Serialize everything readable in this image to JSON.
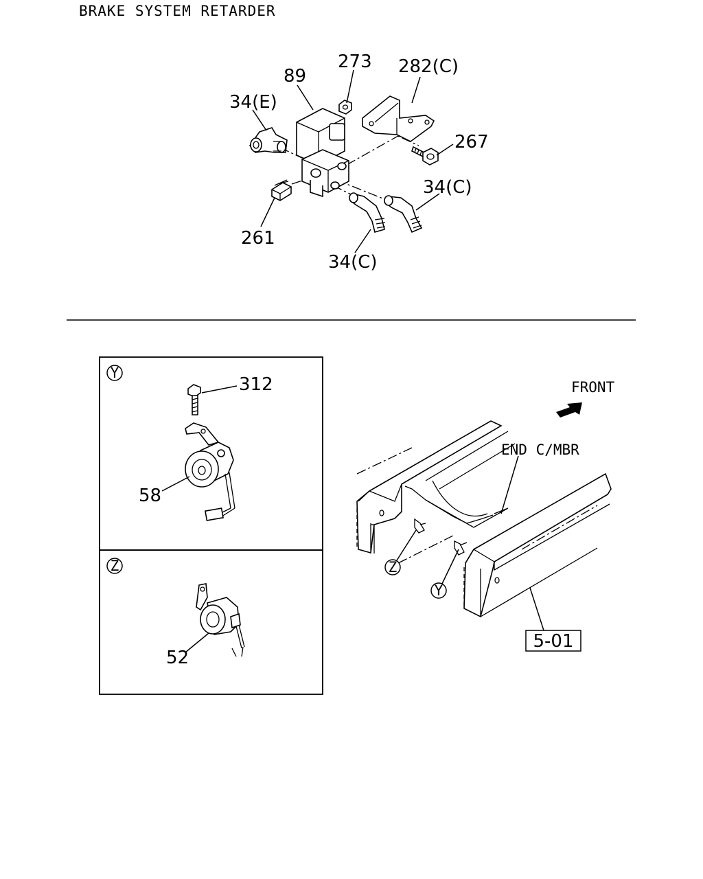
{
  "title": "BRAKE SYSTEM RETARDER",
  "upper_assembly": {
    "labels": {
      "valve": "89",
      "nut": "273",
      "bracket": "282(C)",
      "elbow_e": "34(E)",
      "bolt": "267",
      "elbow_c_right": "34(C)",
      "plug": "261",
      "elbow_c_lower": "34(C)"
    }
  },
  "detail_y": {
    "marker": "Y",
    "labels": {
      "bolt": "312",
      "switch": "58"
    }
  },
  "detail_z": {
    "marker": "Z",
    "labels": {
      "switch": "52"
    }
  },
  "frame_view": {
    "front_label": "FRONT",
    "end_member_label": "END C/MBR",
    "marker_z": "Z",
    "marker_y": "Y",
    "reference": "5-01"
  }
}
